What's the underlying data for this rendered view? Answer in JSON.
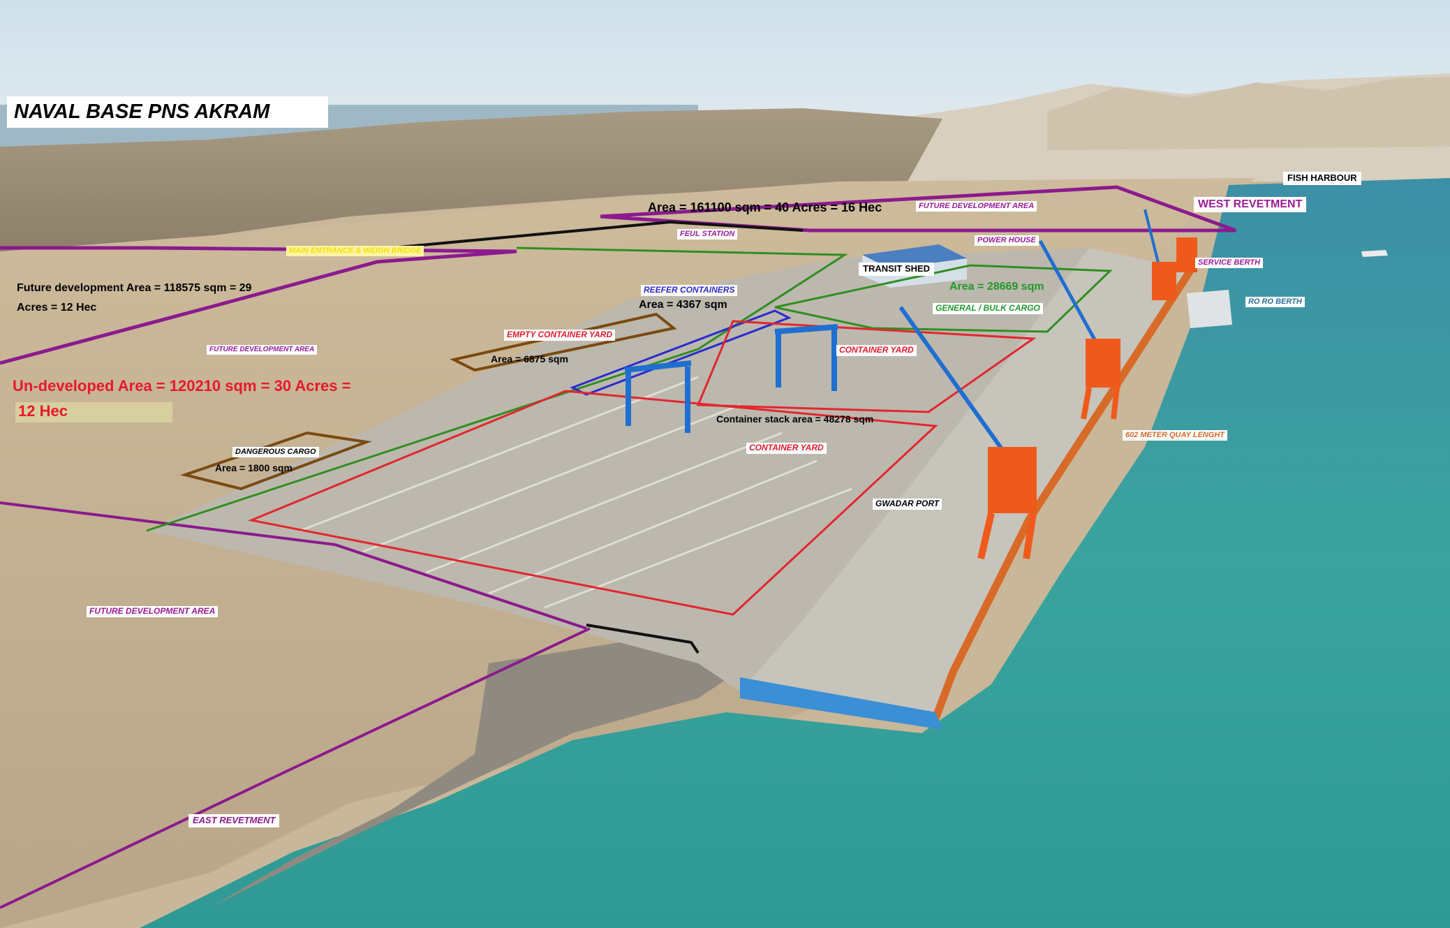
{
  "title": "NAVAL BASE PNS AKRAM",
  "labels": {
    "fish_harbour": "FISH HARBOUR",
    "west_revetment": "WEST REVETMENT",
    "area_161100": "Area = 161100 sqm = 40 Acres = 16 Hec",
    "future_dev_top": "FUTURE DEVELOPMENT AREA",
    "main_entrance": "MAIN ENTRANCE & WEIGH BRIDGE",
    "fuel_station": "FEUL STATION",
    "power_house": "POWER HOUSE",
    "transit_shed": "TRANSIT SHED",
    "area_28669": "Area = 28669 sqm",
    "general_bulk": "GENERAL / BULK CARGO",
    "service_berth": "SERVICE BERTH",
    "ro_ro_berth": "RO RO BERTH",
    "future_dev_118575_line1": "Future development Area = 118575 sqm = 29",
    "future_dev_118575_line2": "Acres = 12 Hec",
    "reefer_containers": "REEFER CONTAINERS",
    "area_4367": "Area = 4367 sqm",
    "empty_container_yard": "EMPTY CONTAINER YARD",
    "area_6875": "Area = 6875 sqm",
    "future_dev_left": "FUTURE DEVELOPMENT AREA",
    "undeveloped_line1": "Un-developed Area = 120210 sqm = 30 Acres =",
    "undeveloped_line2": "12 Hec",
    "container_yard_upper": "CONTAINER YARD",
    "container_stack": "Container stack area = 48278 sqm",
    "container_yard_lower": "CONTAINER YARD",
    "dangerous_cargo": "DANGEROUS CARGO",
    "area_1800": "Area = 1800 sqm",
    "quay_length": "602 METER QUAY LENGHT",
    "gwadar_port": "GWADAR PORT",
    "future_dev_bottom": "FUTURE DEVELOPMENT AREA",
    "east_revetment": "EAST REVETMENT"
  },
  "colors": {
    "sky": "#dbe7ef",
    "sea": "#3fa3a2",
    "land": "#c9b79a",
    "pavement": "#b9b6ad",
    "crane_orange": "#ef5a1c",
    "crane_blue": "#1f6fd0",
    "boundary_purple": "#8b1a8e",
    "boundary_green": "#2f8f1f",
    "boundary_red": "#e3262e",
    "boundary_black": "#111111",
    "label_red": "#e8192c",
    "label_purple": "#9b1a9b",
    "label_green": "#1f9a2a"
  }
}
